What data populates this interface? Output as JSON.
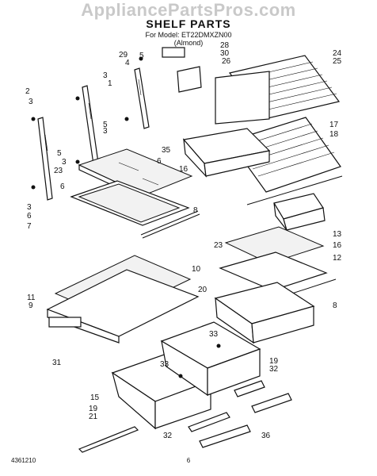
{
  "watermark": "AppliancePartsPros.com",
  "title": "SHELF PARTS",
  "model_line": "For Model: ET22DMXZN00",
  "color_line": "(Almond)",
  "footer": {
    "doc_number": "4361210",
    "page": "6"
  },
  "callouts": [
    "1",
    "2",
    "3",
    "3",
    "3",
    "3",
    "3",
    "4",
    "5",
    "5",
    "5",
    "6",
    "6",
    "6",
    "7",
    "8",
    "8",
    "9",
    "10",
    "11",
    "12",
    "13",
    "15",
    "16",
    "16",
    "17",
    "18",
    "19",
    "19",
    "20",
    "21",
    "23",
    "23",
    "24",
    "25",
    "26",
    "28",
    "29",
    "30",
    "31",
    "32",
    "32",
    "33",
    "33",
    "35",
    "36"
  ]
}
